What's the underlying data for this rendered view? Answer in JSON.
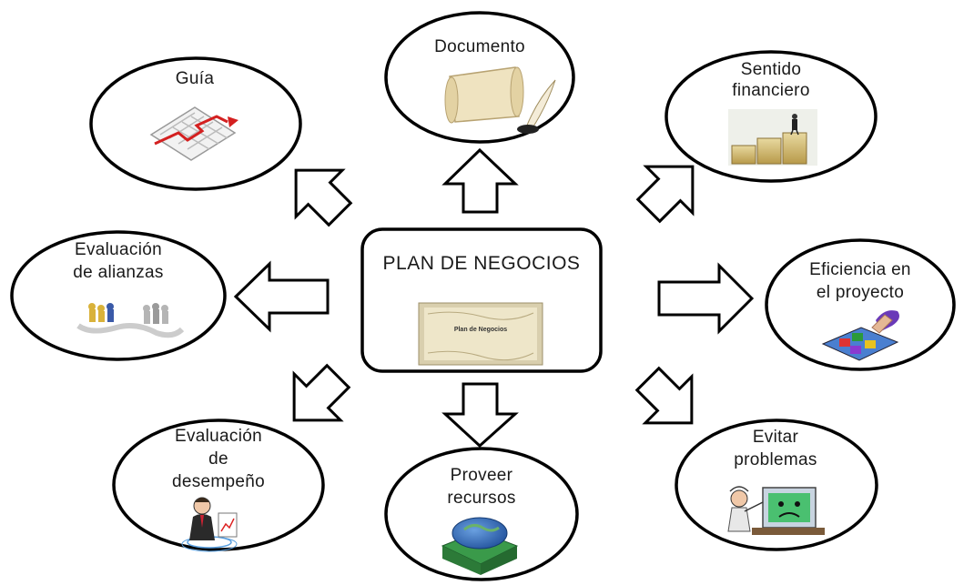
{
  "center": {
    "title": "PLAN DE NEGOCIOS",
    "image_caption": "Plan de Negocios"
  },
  "nodes": {
    "documento": {
      "lines": [
        "Documento"
      ],
      "icon": "scroll-quill-icon"
    },
    "guia": {
      "lines": [
        "Guía"
      ],
      "icon": "maze-icon"
    },
    "sentido_financiero": {
      "lines": [
        "Sentido",
        "financiero"
      ],
      "icon": "coins-businessman-icon"
    },
    "evaluacion_alianzas": {
      "lines": [
        "Evaluación",
        "de  alianzas"
      ],
      "icon": "chess-pieces-icon"
    },
    "eficiencia": {
      "lines": [
        "Eficiencia en",
        "el proyecto"
      ],
      "icon": "puzzle-hand-icon"
    },
    "evaluacion_desempeno": {
      "lines": [
        "Evaluación",
        "de",
        "desempeño"
      ],
      "icon": "businessman-chart-icon"
    },
    "proveer_recursos": {
      "lines": [
        "Proveer",
        "recursos"
      ],
      "icon": "globe-box-icon"
    },
    "evitar_problemas": {
      "lines": [
        "Evitar",
        "problemas"
      ],
      "icon": "frustrated-computer-icon"
    }
  },
  "colors": {
    "stroke": "#000000",
    "fill": "#ffffff",
    "text": "#1a1a1a"
  }
}
